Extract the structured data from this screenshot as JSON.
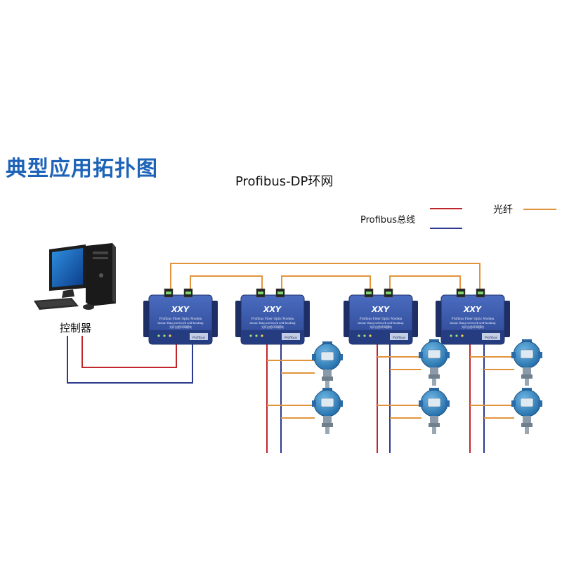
{
  "diagram": {
    "heading": "典型应用拓扑图",
    "subtitle": "Profibus-DP环网",
    "legend": {
      "bus": {
        "label": "Profibus总线",
        "colors": [
          "#c0272d",
          "#2b3a8c"
        ]
      },
      "fiber": {
        "label": "光纤",
        "color": "#e2943c"
      }
    },
    "controller": {
      "label": "控制器",
      "icon": "desktop-computer-icon"
    },
    "modem": {
      "brand": "XXY",
      "line1": "Profibus Fiber Optic Modem",
      "line2": "linear Ring network self-healing",
      "line3": "光纤自愈环网模块",
      "port_label": "Profibus",
      "count": 4
    },
    "transmitter": {
      "icon": "pressure-transmitter-icon",
      "count": 6
    },
    "colors": {
      "heading": "#1d63b8",
      "fiber": "#e2943c",
      "bus_red": "#c0272d",
      "bus_blue": "#2b3a8c",
      "modem_body": "#3a57a8"
    }
  }
}
